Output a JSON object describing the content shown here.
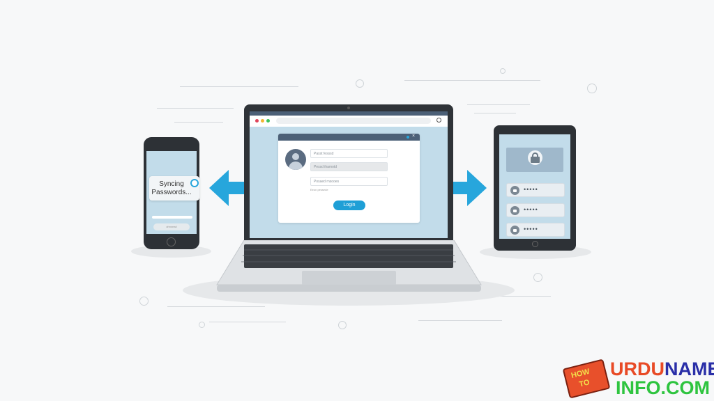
{
  "laptop": {
    "login_dialog": {
      "fields": [
        "Passt fesssd",
        "Pessd ihamotd",
        "Posaed rnsooes"
      ],
      "hint": "Eeon pessede",
      "login_button": "Login"
    }
  },
  "phone": {
    "sync_message": "Syncing Passwords...",
    "button": "ahnsead"
  },
  "tablet": {
    "password_masks": [
      "•••••",
      "•••••",
      "•••••"
    ]
  },
  "logo": {
    "book_text_1": "HOW",
    "book_text_2": "TO",
    "line1": "URDUNAME",
    "line2": "INFO.COM"
  },
  "colors": {
    "accent": "#27a6dc",
    "screen": "#c2dcea",
    "bezel": "#2f3338"
  }
}
